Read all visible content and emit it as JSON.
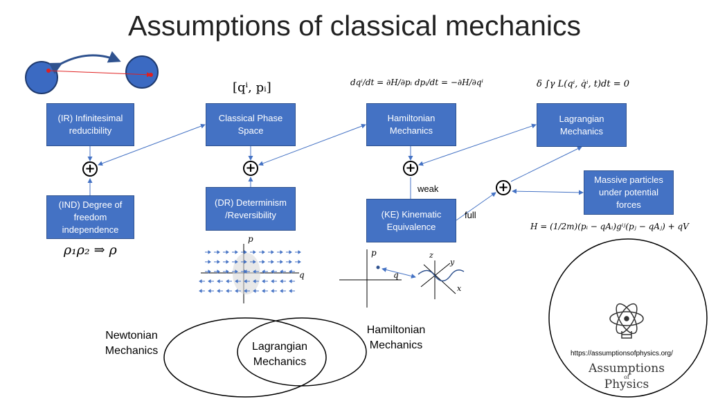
{
  "title": "Assumptions of classical mechanics",
  "boxes": {
    "ir": "(IR) Infinitesimal reducibility",
    "ind": "(IND) Degree of freedom independence",
    "cps": "Classical Phase Space",
    "dr": "(DR) Determinism /Reversibility",
    "ham": "Hamiltonian Mechanics",
    "ke": "(KE) Kinematic Equivalence",
    "lag": "Lagrangian Mechanics",
    "mp": "Massive particles under potential forces"
  },
  "labels": {
    "weak": "weak",
    "full": "full",
    "plus": "+"
  },
  "math": {
    "rho": "ρ₁ρ₂ ⇒ ρ",
    "qp": "[qⁱ, pᵢ]",
    "ham_eq": "dqⁱ/dt = ∂H/∂pᵢ    dpᵢ/dt = −∂H/∂qⁱ",
    "lag_eq": "δ ∫γ L(qⁱ, q̇ⁱ, t)dt = 0",
    "hamiltonian": "H = (1/2m)(pᵢ − qAᵢ)gⁱʲ(pⱼ − qAⱼ) + qV"
  },
  "plot_labels": {
    "p": "p",
    "q": "q",
    "x": "x",
    "y": "y",
    "z": "z"
  },
  "venn": {
    "newtonian": "Newtonian Mechanics",
    "hamiltonian": "Hamiltonian Mechanics",
    "lagrangian": "Lagrangian Mechanics"
  },
  "logo": {
    "url": "https://assumptionsofphysics.org/",
    "name_top": "Assumptions",
    "name_of": "of",
    "name_bottom": "Physics"
  },
  "colors": {
    "box": "#4472C4",
    "arrow": "#4472C4",
    "red": "#E02020"
  }
}
